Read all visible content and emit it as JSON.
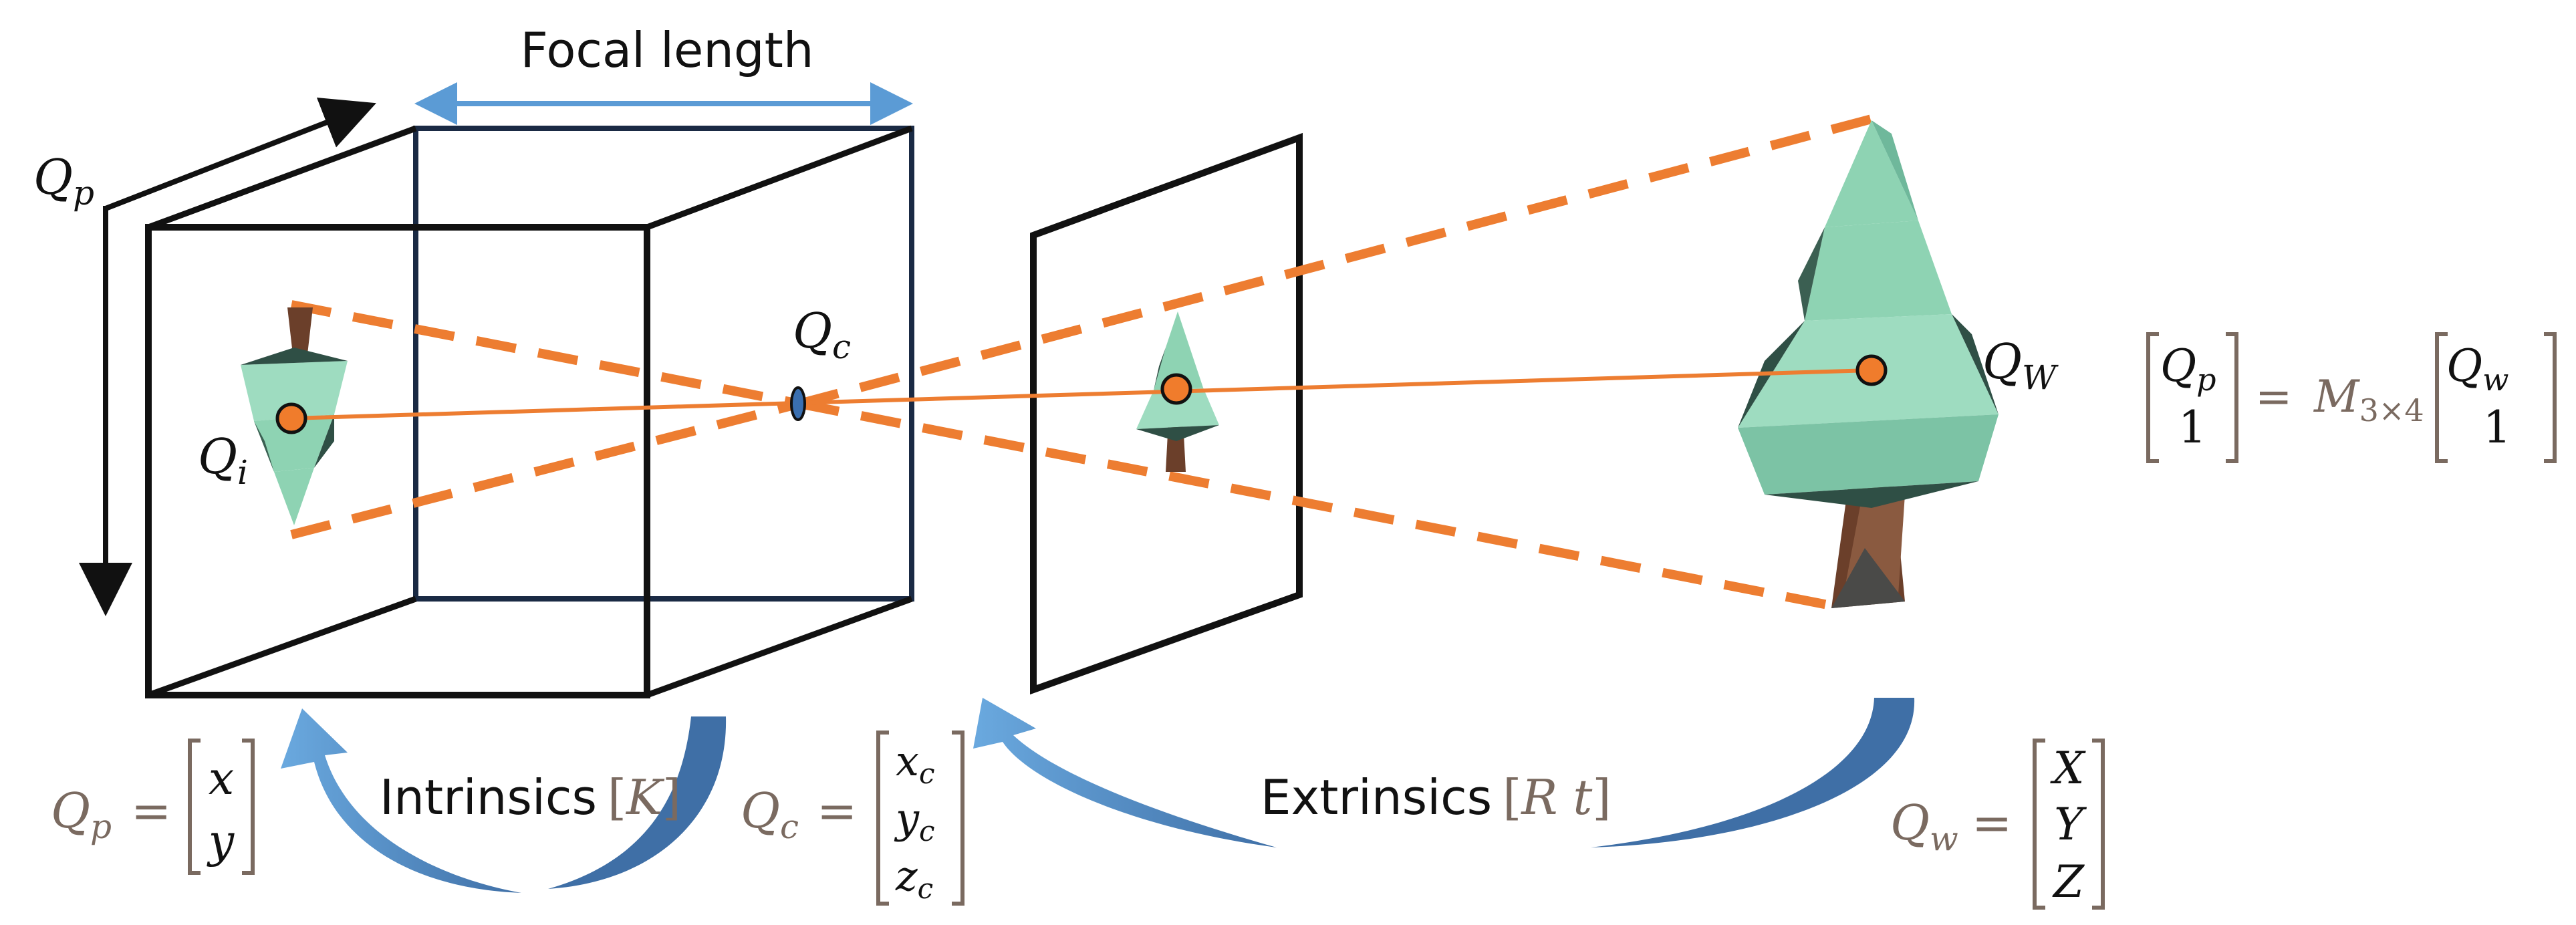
{
  "colors": {
    "frame": "#111111",
    "frame_back": "#1a2a44",
    "ray": "#ed7d31",
    "ray_fill": "#f07c2c",
    "focal_arrow": "#5b9bd5",
    "curved_arrow": "#4a87c8",
    "formula": "#7a6a60",
    "tree_foliage": "#8ed3b3",
    "tree_dark": "#2f4f45",
    "tree_trunk": "#6b3f2a"
  },
  "labels": {
    "focal_length": "Focal length",
    "intrinsics": "Intrinsics",
    "intrinsics_sym": "K",
    "extrinsics": "Extrinsics",
    "extrinsics_sym": "R t",
    "Qp_sym": "Q",
    "Qp_sub": "p",
    "Qi_sym": "Q",
    "Qi_sub": "i",
    "Qc_sym": "Q",
    "Qc_sub": "c",
    "QW_sym": "Q",
    "QW_sub": "W"
  },
  "formulas": {
    "projection": {
      "lhs_sym": "Q",
      "lhs_sub": "p",
      "lhs_one": "1",
      "eq": "=",
      "M": "M",
      "M_sub": "3×4",
      "rhs_sym": "Q",
      "rhs_sub": "w",
      "rhs_one": "1"
    },
    "Qp": {
      "sym": "Q",
      "sub": "p",
      "eq": "=",
      "v1": "x",
      "v2": "y"
    },
    "Qc": {
      "sym": "Q",
      "sub": "c",
      "eq": "=",
      "v1": "x",
      "v1_sub": "c",
      "v2": "y",
      "v2_sub": "c",
      "v3": "z",
      "v3_sub": "c"
    },
    "Qw": {
      "sym": "Q",
      "sub": "w",
      "eq": "=",
      "v1": "X",
      "v2": "Y",
      "v3": "Z"
    }
  }
}
